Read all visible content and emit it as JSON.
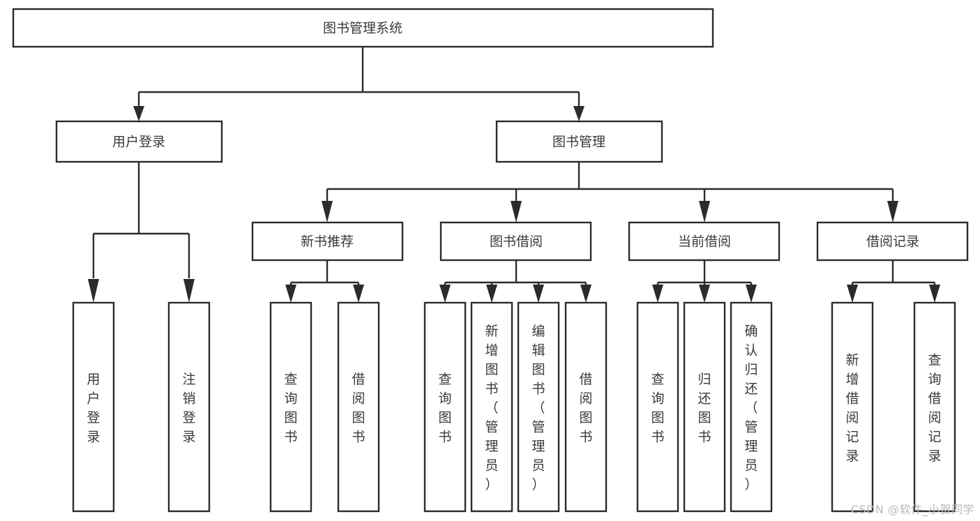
{
  "diagram": {
    "type": "tree",
    "orientation": "top-down",
    "title": "图书管理系统",
    "colors": {
      "box_stroke": "#2b2b2b",
      "box_fill": "#ffffff",
      "label_color": "#3a3a3a",
      "connector": "#2b2b2b",
      "background": "#ffffff",
      "watermark": "#b9b9b9"
    },
    "root": {
      "label": "图书管理系统"
    },
    "level2": [
      {
        "id": "user-login",
        "label": "用户登录"
      },
      {
        "id": "book-manage",
        "label": "图书管理"
      }
    ],
    "level3": [
      {
        "id": "new-book-recommend",
        "label": "新书推荐",
        "parent": "book-manage"
      },
      {
        "id": "book-borrow",
        "label": "图书借阅",
        "parent": "book-manage"
      },
      {
        "id": "current-borrow",
        "label": "当前借阅",
        "parent": "book-manage"
      },
      {
        "id": "borrow-record",
        "label": "借阅记录",
        "parent": "book-manage"
      }
    ],
    "leaves": {
      "user-login": [
        {
          "id": "leaf-user-login",
          "label": "用户登录"
        },
        {
          "id": "leaf-logout-login",
          "label": "注销登录"
        }
      ],
      "new-book-recommend": [
        {
          "id": "leaf-query-book-1",
          "label": "查询图书"
        },
        {
          "id": "leaf-borrow-book-1",
          "label": "借阅图书"
        }
      ],
      "book-borrow": [
        {
          "id": "leaf-query-book-2",
          "label": "查询图书"
        },
        {
          "id": "leaf-add-book",
          "label": "新增图书（管理员）"
        },
        {
          "id": "leaf-edit-book",
          "label": "编辑图书（管理员）"
        },
        {
          "id": "leaf-borrow-book-2",
          "label": "借阅图书"
        }
      ],
      "current-borrow": [
        {
          "id": "leaf-query-book-3",
          "label": "查询图书"
        },
        {
          "id": "leaf-return-book",
          "label": "归还图书"
        },
        {
          "id": "leaf-confirm-return",
          "label": "确认归还（管理员）"
        }
      ],
      "borrow-record": [
        {
          "id": "leaf-add-record",
          "label": "新增借阅记录"
        },
        {
          "id": "leaf-query-record",
          "label": "查询借阅记录"
        }
      ]
    }
  },
  "watermark": {
    "text": "CSDN @软件_小贺同学"
  }
}
